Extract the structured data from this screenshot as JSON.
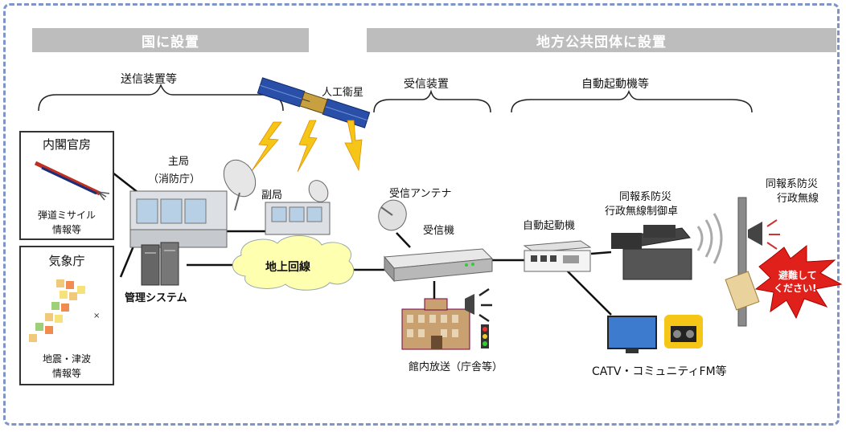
{
  "banners": {
    "national": "国に設置",
    "local": "地方公共団体に設置"
  },
  "groups": {
    "transmit": "送信装置等",
    "receive": "受信装置",
    "auto": "自動起動機等"
  },
  "satellite": "人工衛星",
  "main_station": {
    "title": "主局",
    "subtitle": "（消防庁）"
  },
  "sub_station": "副局",
  "cabinet": {
    "title": "内閣官房",
    "caption_line1": "弾道ミサイル",
    "caption_line2": "情報等"
  },
  "meteo": {
    "title": "気象庁",
    "caption_line1": "地震・津波",
    "caption_line2": "情報等"
  },
  "management": "管理システム",
  "ground_line": "地上回線",
  "antenna": "受信アンテナ",
  "receiver": "受信機",
  "building": "館内放送（庁舎等）",
  "auto_starter": "自動起動機",
  "control_desk": {
    "line1": "同報系防災",
    "line2": "行政無線制御卓"
  },
  "radio_tower": {
    "line1": "同報系防災",
    "line2": "行政無線"
  },
  "alert_bubble": {
    "line1": "避難して",
    "line2": "ください!"
  },
  "catv": "CATV・コミュニティFM等",
  "colors": {
    "banner": "#bdbdbd",
    "cloud": "#ffffb0",
    "bolt": "#f5c518",
    "alert": "#e0201a",
    "frame": "#7f95c8"
  }
}
